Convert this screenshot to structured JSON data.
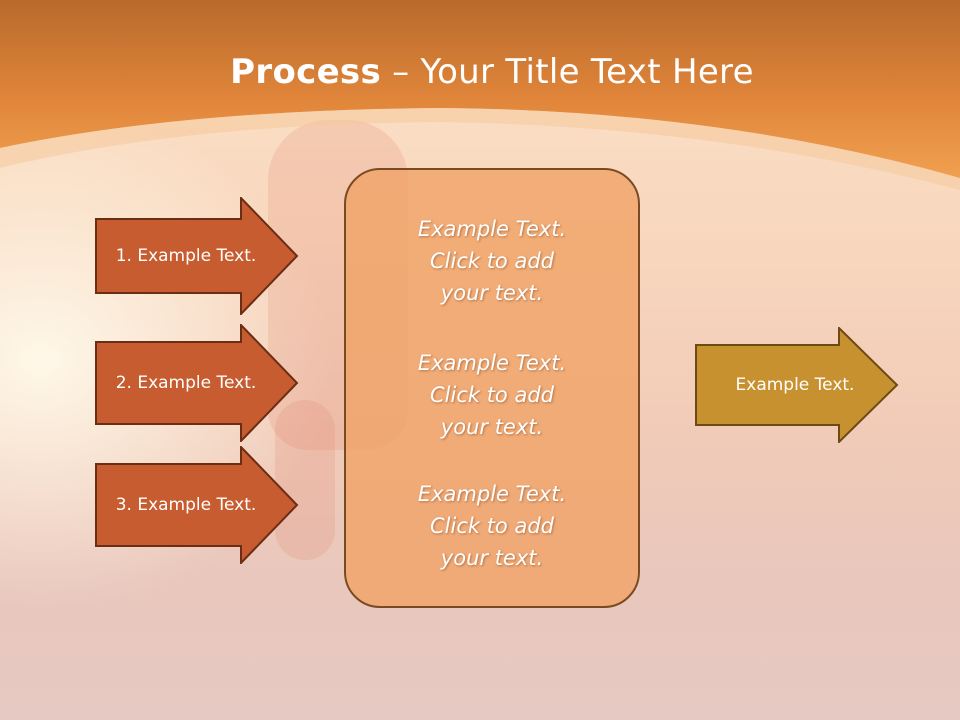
{
  "slide": {
    "title_bold": "Process",
    "title_rest": " – Your Title Text Here",
    "steps": [
      "1. Example Text.",
      "2. Example Text.",
      "3. Example Text."
    ],
    "center_blocks": [
      {
        "line1": "Example Text.",
        "line2": "Click  to add",
        "line3": "your text."
      },
      {
        "line1": "Example Text.",
        "line2": "Click  to add",
        "line3": "your text."
      },
      {
        "line1": "Example Text.",
        "line2": "Click  to add",
        "line3": "your text."
      }
    ],
    "result": "Example Text."
  },
  "colors": {
    "header_orange": "#e8873b",
    "step_arrow_fill": "#c65c2f",
    "step_arrow_border": "#6b2d14",
    "center_box_fill": "#f0a368",
    "result_arrow_fill": "#c8912f",
    "result_arrow_border": "#6b4a14"
  }
}
